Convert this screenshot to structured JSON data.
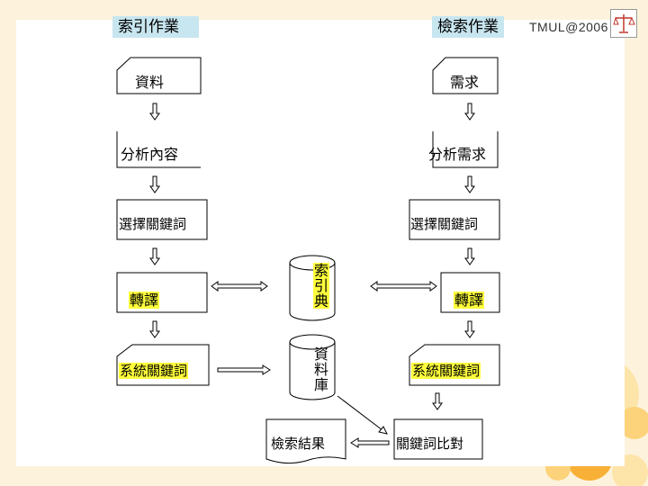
{
  "left_header": "索引作業",
  "right_header": "檢索作業",
  "logo_text": "TMUL@2006",
  "left_column": {
    "doc": "資料",
    "analyze": "分析內容",
    "select": "選擇關鍵詞",
    "convert": "轉譯",
    "system": "系統關鍵詞"
  },
  "right_column": {
    "doc": "需求",
    "analyze": "分析需求",
    "select": "選擇關鍵詞",
    "convert": "轉譯",
    "system": "系統關鍵詞",
    "compare": "關鍵詞比對"
  },
  "center": {
    "index_db": "索引典",
    "data_db": "資料庫",
    "result": "檢索結果"
  },
  "colors": {
    "highlight": "#ffff3c",
    "header_bg": "#c8e6f0",
    "background": "#fdf3dc",
    "circle_orange": "#f7a823",
    "circle_light": "#fcd27a"
  },
  "icons": [
    "scales-icon"
  ]
}
